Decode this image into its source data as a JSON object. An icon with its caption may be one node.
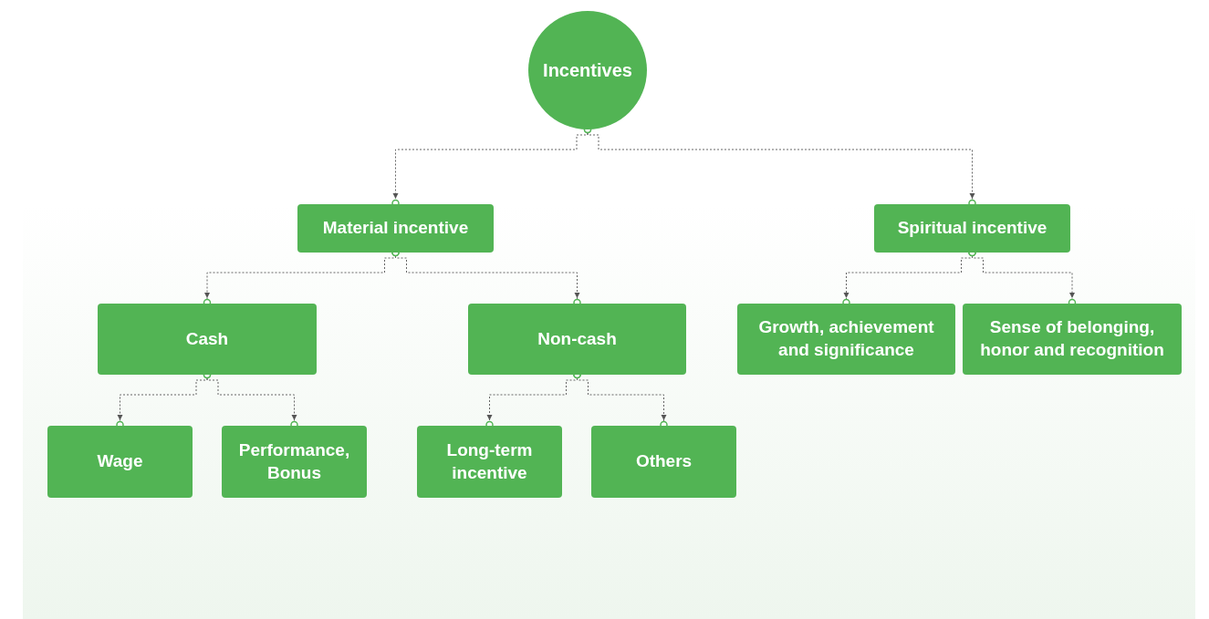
{
  "diagram": {
    "nodes": [
      {
        "text": [
          "Incentives"
        ]
      },
      {
        "text": [
          "Material incentive"
        ]
      },
      {
        "text": [
          "Spiritual incentive"
        ]
      },
      {
        "text": [
          "Cash"
        ]
      },
      {
        "text": [
          "Non-cash"
        ]
      },
      {
        "text": [
          "Growth, achievement and significance"
        ]
      },
      {
        "text": [
          "Sense of belonging, honor and recognition"
        ]
      },
      {
        "text": [
          "Wage"
        ]
      },
      {
        "text": [
          "Performance, Bonus"
        ]
      },
      {
        "text": [
          "Long-term incentive"
        ]
      },
      {
        "text": [
          "Others"
        ]
      }
    ],
    "edges": [
      {
        "from": 0,
        "to": 1,
        "arrow": "to",
        "style": "dashed"
      },
      {
        "from": 0,
        "to": 2,
        "arrow": "to",
        "style": "dashed"
      },
      {
        "from": 1,
        "to": 3,
        "arrow": "to",
        "style": "dashed"
      },
      {
        "from": 1,
        "to": 4,
        "arrow": "to",
        "style": "dashed"
      },
      {
        "from": 2,
        "to": 5,
        "arrow": "to",
        "style": "dashed"
      },
      {
        "from": 2,
        "to": 6,
        "arrow": "to",
        "style": "dashed"
      },
      {
        "from": 3,
        "to": 7,
        "arrow": "to",
        "style": "dashed"
      },
      {
        "from": 3,
        "to": 8,
        "arrow": "to",
        "style": "dashed"
      },
      {
        "from": 4,
        "to": 9,
        "arrow": "to",
        "style": "dashed"
      },
      {
        "from": 4,
        "to": 10,
        "arrow": "to",
        "style": "dashed"
      }
    ]
  }
}
